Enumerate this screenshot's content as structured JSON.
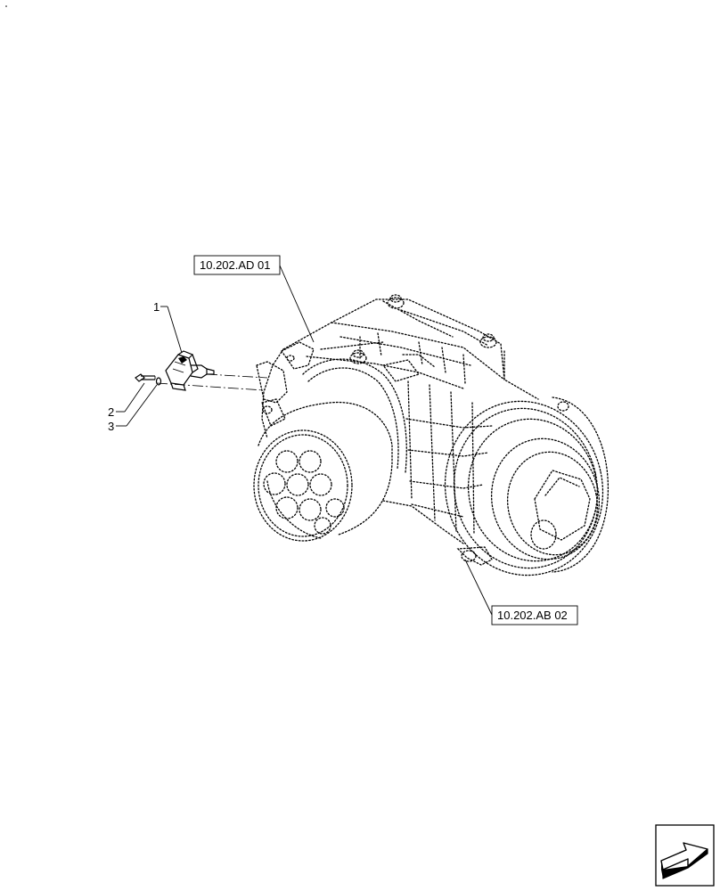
{
  "references": {
    "upper": "10.202.AD 01",
    "lower": "10.202.AB 02"
  },
  "callouts": {
    "item_1": "1",
    "item_2": "2",
    "item_3": "3"
  },
  "nav_icon": "next-page-arrow-icon",
  "colors": {
    "line": "#000000",
    "background": "#ffffff"
  }
}
